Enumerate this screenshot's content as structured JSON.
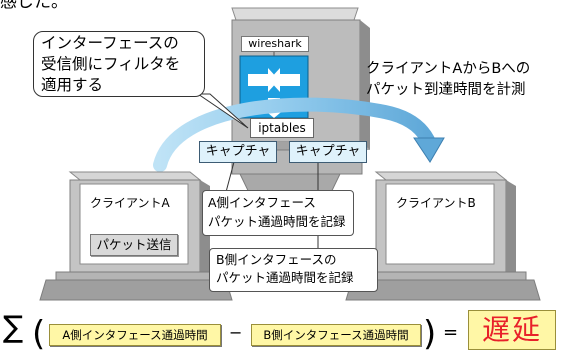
{
  "header": {
    "text": "感じた。"
  },
  "callouts": {
    "filter": "インターフェースの\n受信側にフィルタを\n適用する",
    "measure": "クライアントAからBへの\nパケット到達時間を計測",
    "side_a": "A側インタフェース\nパケット通過時間を記録",
    "side_b": "B側インタフェースの\nパケット通過時間を記録"
  },
  "server": {
    "app_label": "wireshark",
    "filter_label": "iptables",
    "capture_left": "キャプチャ",
    "capture_right": "キャプチャ"
  },
  "client_a": {
    "label": "クライアントA",
    "button": "パケット送信"
  },
  "client_b": {
    "label": "クライアントB"
  },
  "formula": {
    "sigma": "∑",
    "term_a": "A側インタフェース通過時間",
    "minus": "−",
    "term_b": "B側インタフェース通過時間",
    "equals": "=",
    "result": "遅延"
  },
  "colors": {
    "accent_blue": "#1aa6e8",
    "result_red": "#e8202a",
    "highlight_yellow": "#fff7a6",
    "tag_blue": "#dff2fb"
  }
}
